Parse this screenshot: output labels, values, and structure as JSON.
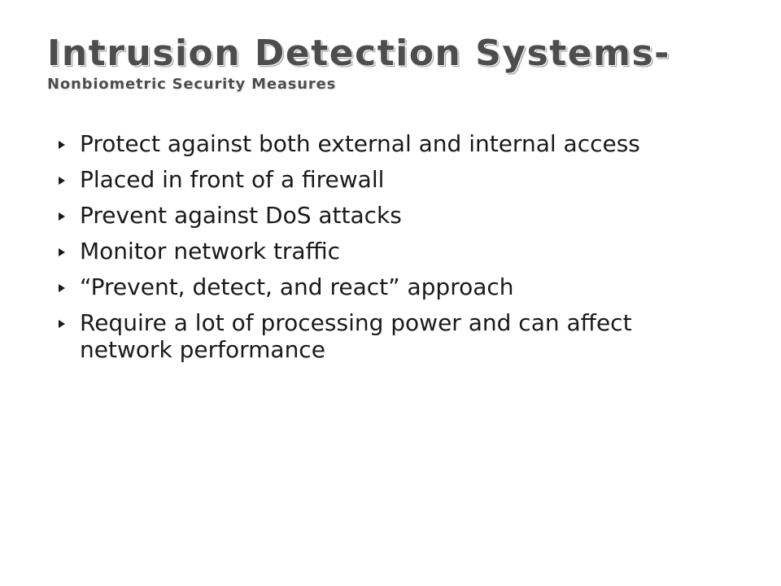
{
  "slide": {
    "title": "Intrusion Detection Systems-",
    "subtitle": "Nonbiometric Security Measures",
    "bullets": [
      "Protect against both external and internal access",
      "Placed in front of a firewall",
      "Prevent against DoS attacks",
      "Monitor network traffic",
      "“Prevent, detect, and react” approach",
      "Require a lot of processing power and can affect network performance"
    ],
    "bullet_icon": "triangle-bullet-icon"
  },
  "colors": {
    "title": "#4d4d4d",
    "body_text": "#1a1a1a",
    "background": "#ffffff"
  }
}
